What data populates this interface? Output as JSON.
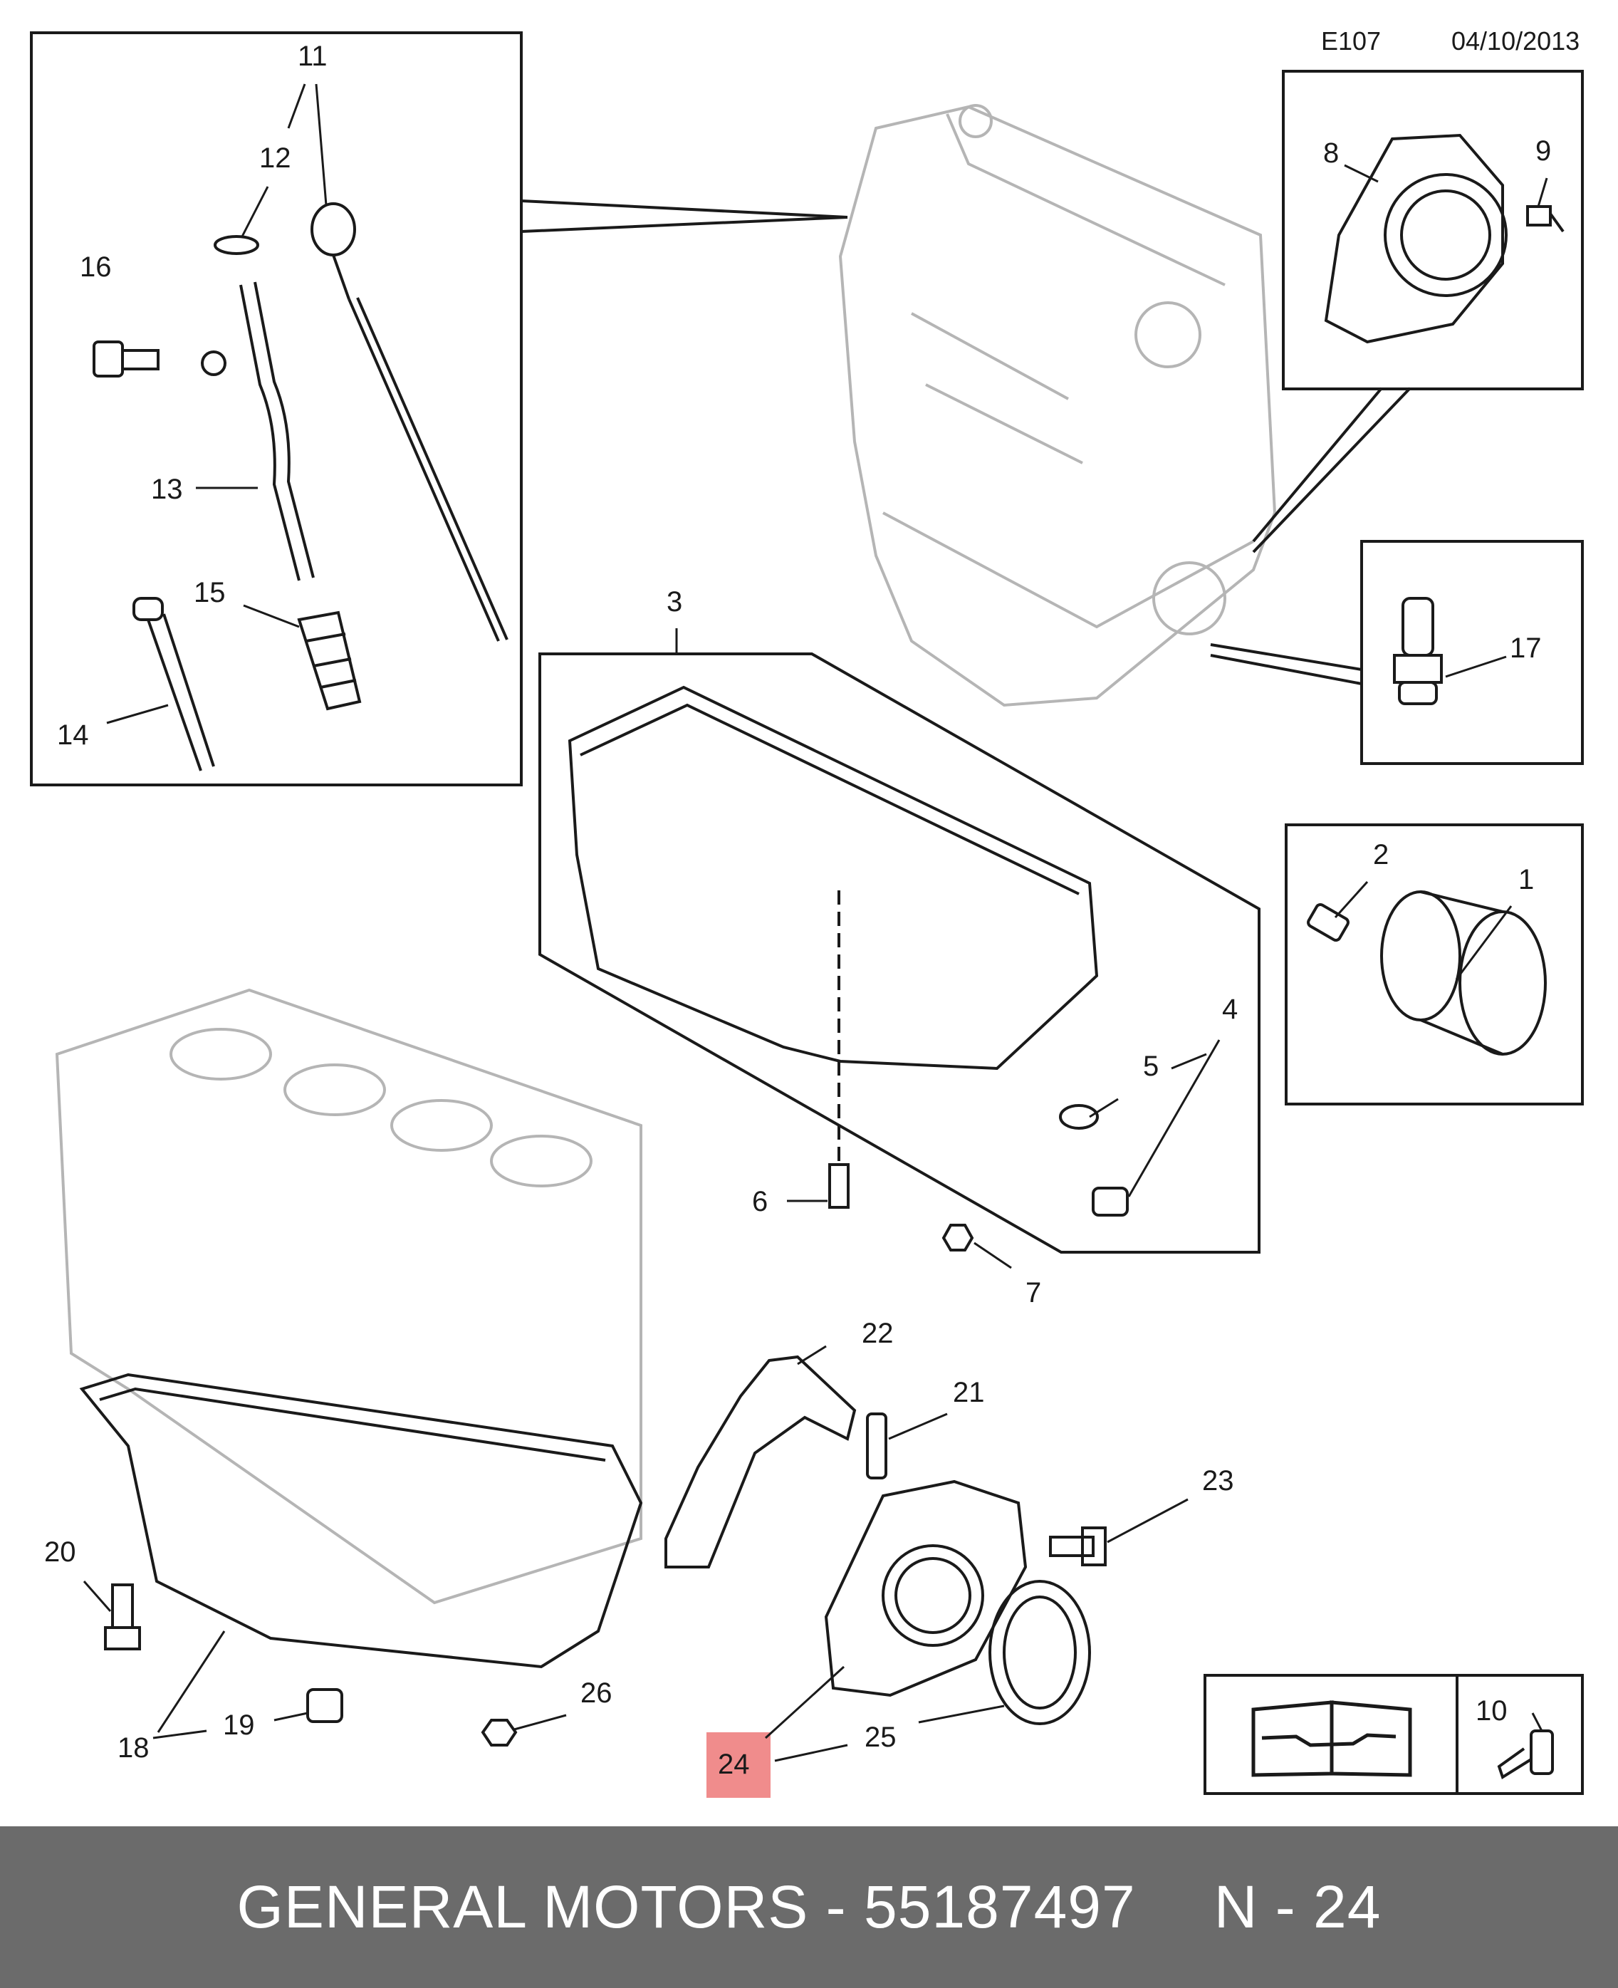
{
  "header": {
    "code": "E107",
    "date": "04/10/2013"
  },
  "callouts": {
    "c1": "1",
    "c2": "2",
    "c3": "3",
    "c4": "4",
    "c5": "5",
    "c6": "6",
    "c7": "7",
    "c8": "8",
    "c9": "9",
    "c10": "10",
    "c11": "11",
    "c12": "12",
    "c13": "13",
    "c14": "14",
    "c15": "15",
    "c16": "16",
    "c17": "17",
    "c18": "18",
    "c19": "19",
    "c20": "20",
    "c21": "21",
    "c22": "22",
    "c23": "23",
    "c24": "24",
    "c25": "25",
    "c26": "26"
  },
  "highlight": {
    "color": "#f08c8c",
    "part": "24"
  },
  "footer": {
    "brand": "GENERAL MOTORS",
    "separator": "-",
    "part_number": "55187497",
    "ref": "N - 24"
  },
  "colors": {
    "line": "#1a1a1a",
    "ghost": "#b5b5b5",
    "footer_bg": "#6b6b6b"
  }
}
